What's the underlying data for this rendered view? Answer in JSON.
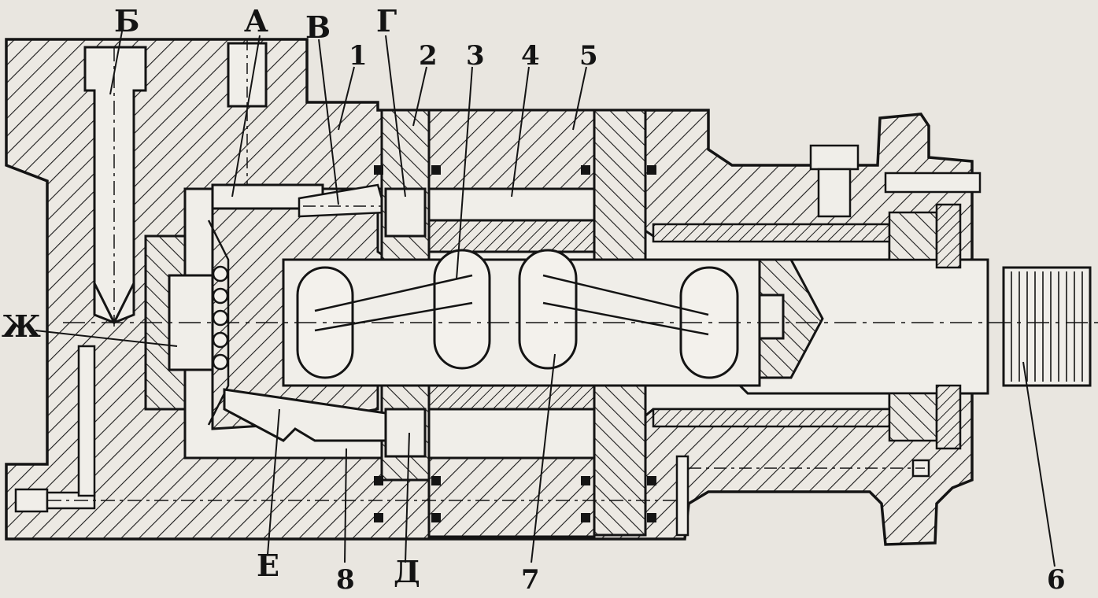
{
  "labels": {
    "B_top": "Б",
    "A_top": "А",
    "V_top": "В",
    "G_top": "Г",
    "n1": "1",
    "n2": "2",
    "n3": "3",
    "n4": "4",
    "n5": "5",
    "Zh": "Ж",
    "n6": "6",
    "E": "Е",
    "n8": "8",
    "D": "Д",
    "n7": "7"
  },
  "colors": {
    "ink": "#141414",
    "paper": "#e9e6e0"
  }
}
